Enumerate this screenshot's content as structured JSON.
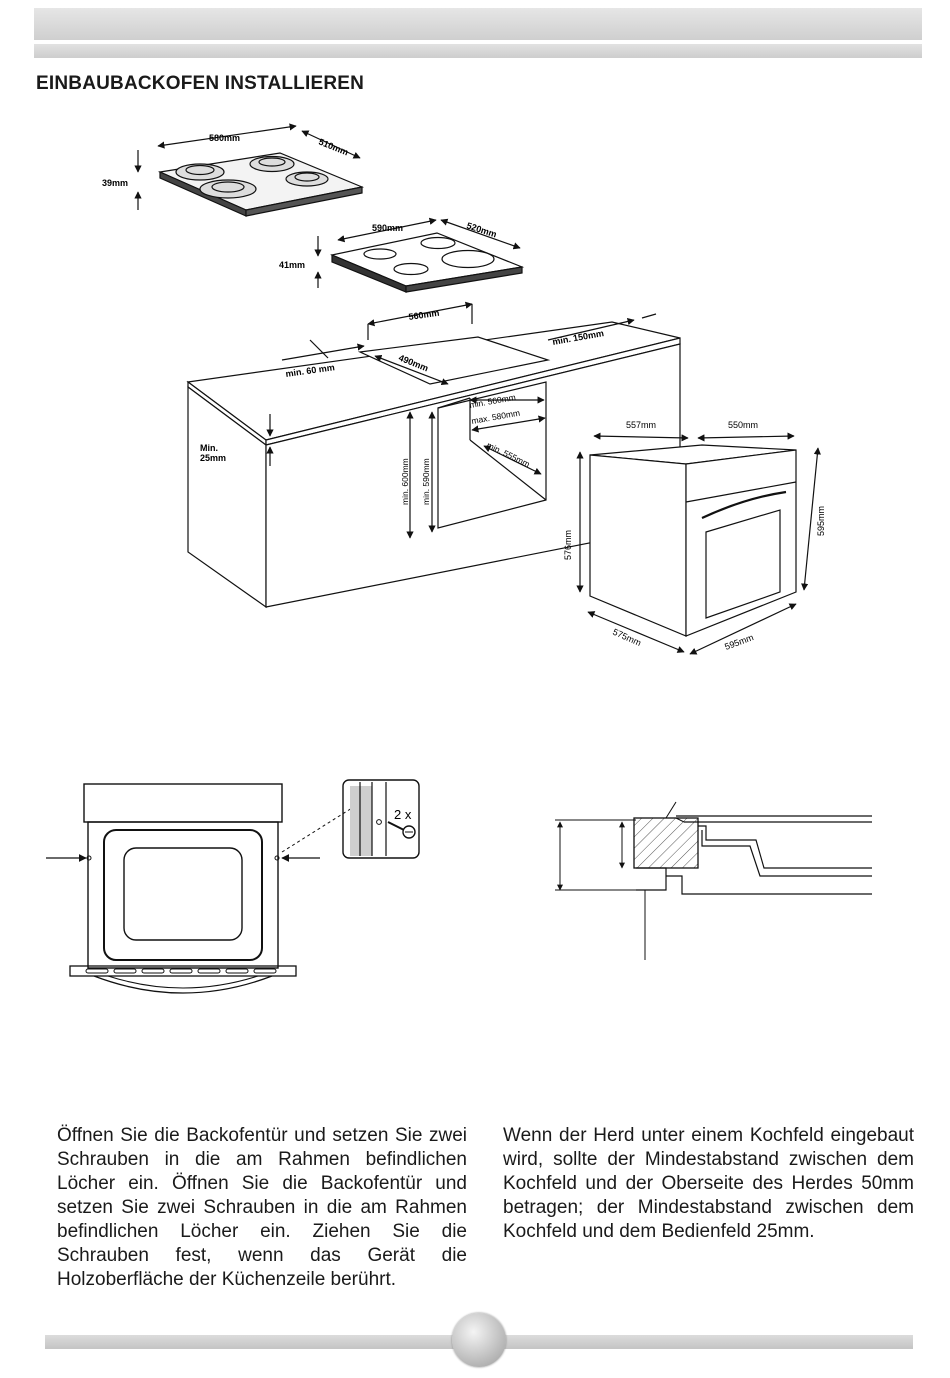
{
  "section": {
    "title": "EINBAUBACKOFEN INSTALLIEREN"
  },
  "dimensions": {
    "hob1": {
      "width": "580mm",
      "depth": "510mm",
      "height": "39mm"
    },
    "hob2": {
      "width": "590mm",
      "depth": "520mm",
      "height": "41mm"
    },
    "cabinet": {
      "cutout_width": "560mm",
      "cutout_depth": "490mm",
      "rear_clearance": "min. 150mm",
      "front_clearance": "min. 60 mm",
      "top_thickness_line1": "Min.",
      "top_thickness_line2": "25mm",
      "niche_width_min": "min. 560mm",
      "niche_width_max": "max. 580mm",
      "niche_depth": "min. 555mm",
      "niche_height_outer": "min. 600mm",
      "niche_height_inner": "min. 590mm"
    },
    "oven": {
      "top_depth": "557mm",
      "top_width": "550mm",
      "height_right": "595mm",
      "height_left": "576mm",
      "bottom_depth": "575mm",
      "bottom_width": "595mm"
    }
  },
  "screw_detail": {
    "label": "2 x"
  },
  "paragraphs": {
    "left": "Öffnen Sie die Backofentür und setzen Sie zwei Schrauben in die am Rahmen befindlichen Löcher ein. Öffnen Sie die Backofentür und setzen Sie zwei Schrauben in die am Rahmen befindlichen Löcher ein. Ziehen Sie die Schrauben fest, wenn das Gerät die Holzoberfläche der Küchenzeile berührt.",
    "right": "Wenn der Herd unter einem Kochfeld eingebaut wird, sollte der Mindestabstand zwischen dem Kochfeld und der Oberseite des Herdes 50mm betragen; der Mindestabstand zwischen dem Kochfeld und dem Bedienfeld 25mm."
  },
  "footer": {
    "page_number": ""
  }
}
